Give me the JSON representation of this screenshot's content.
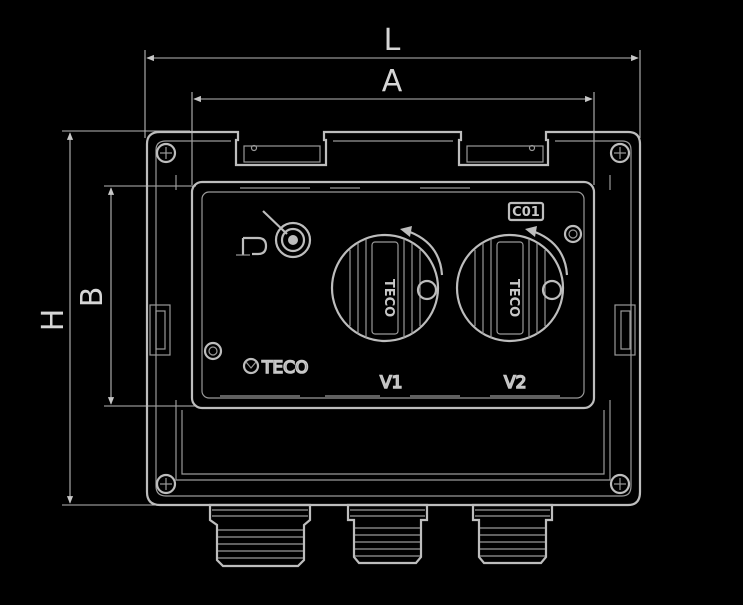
{
  "dimensions": {
    "length_label": "L",
    "width_label": "A",
    "height_label": "H",
    "inner_height_label": "B"
  },
  "panel": {
    "code": "C01",
    "brand": "TECO",
    "dial_brand": "TECO",
    "valve1_label": "V1",
    "valve2_label": "V2"
  },
  "colors": {
    "background": "#000000",
    "line": "#bdbdbd"
  }
}
